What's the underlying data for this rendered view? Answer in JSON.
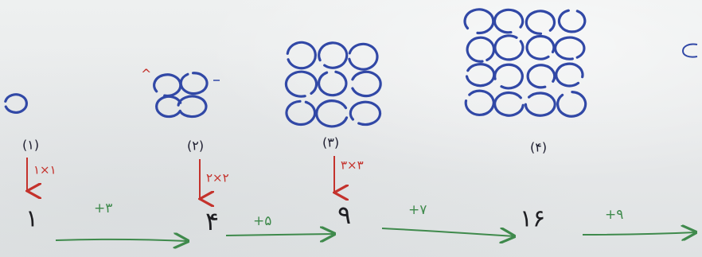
{
  "colors": {
    "board": "#e9ebeb",
    "circles": "#3148a6",
    "labels": "#1c1c2e",
    "red_ink": "#c4322c",
    "green_ink": "#3f8a4c",
    "black_ink": "#1e1e22"
  },
  "figures": [
    {
      "label": "(۱)",
      "circle_count": 1
    },
    {
      "label": "(۲)",
      "circle_count": 4
    },
    {
      "label": "(۳)",
      "circle_count": 9
    },
    {
      "label": "(۴)",
      "circle_count": 16
    }
  ],
  "products": [
    "۱×۱",
    "۲×۲",
    "۳×۳"
  ],
  "sequence": [
    "۱",
    "۴",
    "۹",
    "۱۶"
  ],
  "differences": [
    "+۳",
    "+۵",
    "+۷",
    "+۹"
  ],
  "marks": {
    "caret": "^"
  }
}
